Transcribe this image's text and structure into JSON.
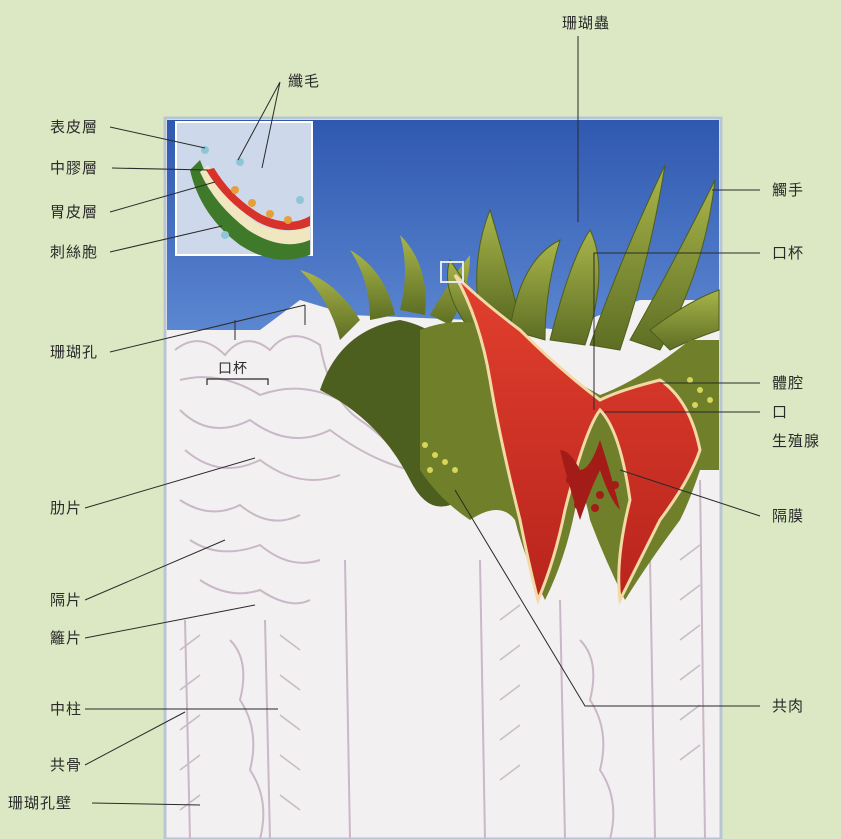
{
  "labels": {
    "cilia": "纖毛",
    "epidermis": "表皮層",
    "mesoglea": "中膠層",
    "gastrodermis": "胃皮層",
    "nematocyst": "刺絲胞",
    "corallite": "珊瑚孔",
    "calice": "口杯",
    "costa": "肋片",
    "septum": "隔片",
    "pali": "籬片",
    "columella": "中柱",
    "coenosteum": "共骨",
    "corallite_wall": "珊瑚孔壁",
    "polyp": "珊瑚蟲",
    "tentacle": "觸手",
    "oral_disc_cup": "口杯",
    "gastric_cavity": "體腔",
    "mouth": "口",
    "gonad": "生殖腺",
    "mesentery": "隔膜",
    "coenosarc": "共肉"
  },
  "colors": {
    "background": "#dbe8c3",
    "water": "#3d63b5",
    "polyp_green": "#8a9a3a",
    "tissue_red": "#d8332a",
    "skeleton": "#f4f1f3"
  }
}
